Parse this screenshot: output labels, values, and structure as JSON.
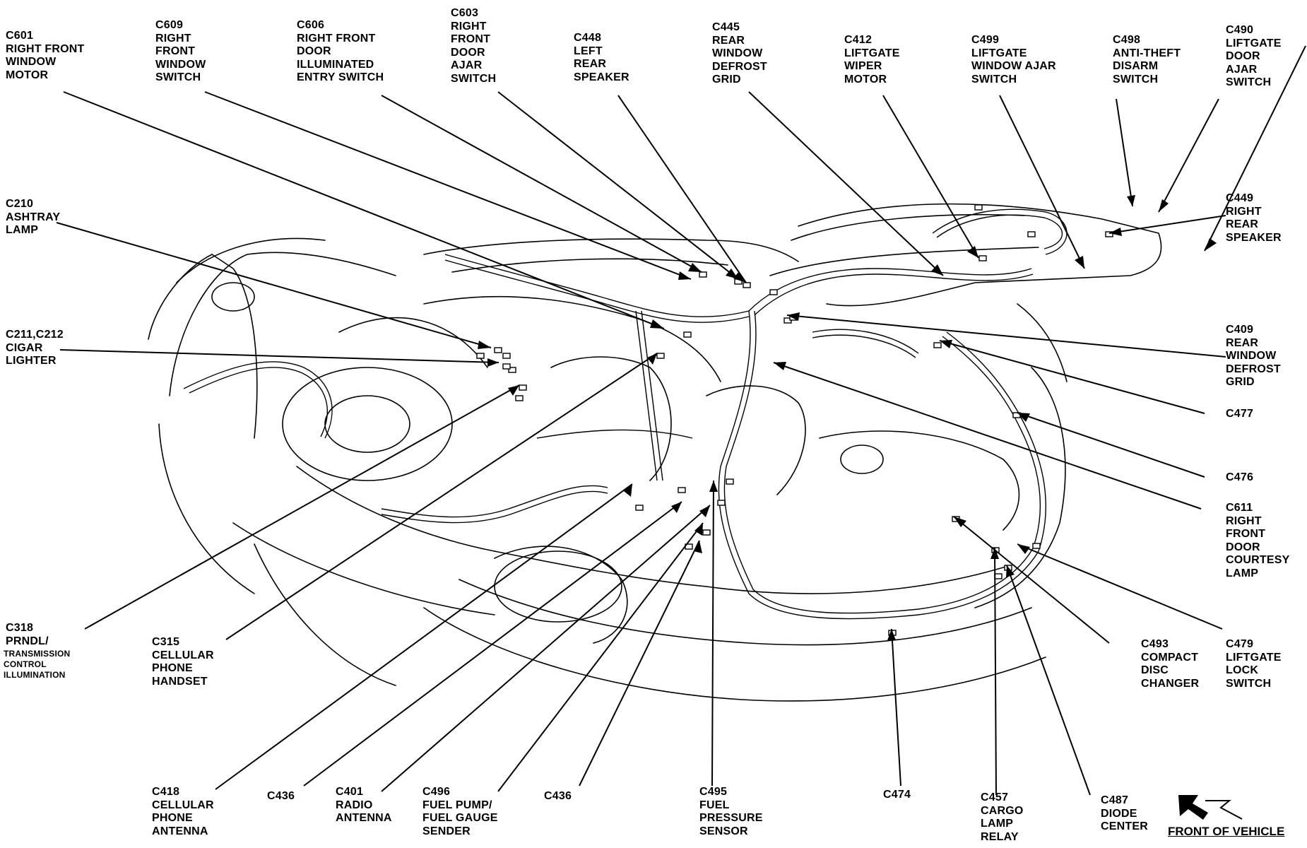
{
  "labels": [
    {
      "id": "c601",
      "text": "C601\nRIGHT FRONT\nWINDOW\nMOTOR"
    },
    {
      "id": "c609",
      "text": "C609\nRIGHT\nFRONT\nWINDOW\nSWITCH"
    },
    {
      "id": "c606",
      "text": "C606\nRIGHT FRONT\nDOOR\nILLUMINATED\nENTRY SWITCH"
    },
    {
      "id": "c603",
      "text": "C603\nRIGHT\nFRONT\nDOOR\nAJAR\nSWITCH"
    },
    {
      "id": "c448",
      "text": "C448\nLEFT\nREAR\nSPEAKER"
    },
    {
      "id": "c445",
      "text": "C445\nREAR\nWINDOW\nDEFROST\nGRID"
    },
    {
      "id": "c412",
      "text": "C412\nLIFTGATE\nWIPER\nMOTOR"
    },
    {
      "id": "c499",
      "text": "C499\nLIFTGATE\nWINDOW AJAR\nSWITCH"
    },
    {
      "id": "c498",
      "text": "C498\nANTI-THEFT\nDISARM\nSWITCH"
    },
    {
      "id": "c490",
      "text": "C490\nLIFTGATE\nDOOR\nAJAR\nSWITCH"
    },
    {
      "id": "c210",
      "text": "C210\nASHTRAY\nLAMP"
    },
    {
      "id": "c449",
      "text": "C449\nRIGHT\nREAR\nSPEAKER"
    },
    {
      "id": "c211",
      "text": "C211,C212\nCIGAR\nLIGHTER"
    },
    {
      "id": "c409",
      "text": "C409\nREAR\nWINDOW\nDEFROST\nGRID"
    },
    {
      "id": "c477",
      "text": "C477"
    },
    {
      "id": "c476",
      "text": "C476"
    },
    {
      "id": "c611",
      "text": "C611\nRIGHT\nFRONT\nDOOR\nCOURTESY\nLAMP"
    },
    {
      "id": "c318",
      "text": "C318\nPRNDL/"
    },
    {
      "id": "c318b",
      "text": "TRANSMISSION\nCONTROL\nILLUMINATION"
    },
    {
      "id": "c315",
      "text": "C315\nCELLULAR\nPHONE\nHANDSET"
    },
    {
      "id": "c493",
      "text": "C493\nCOMPACT\nDISC\nCHANGER"
    },
    {
      "id": "c479",
      "text": "C479\nLIFTGATE\nLOCK\nSWITCH"
    },
    {
      "id": "c418",
      "text": "C418\nCELLULAR\nPHONE\nANTENNA"
    },
    {
      "id": "c436a",
      "text": "C436"
    },
    {
      "id": "c401",
      "text": "C401\nRADIO\nANTENNA"
    },
    {
      "id": "c496",
      "text": "C496\nFUEL PUMP/\nFUEL GAUGE\nSENDER"
    },
    {
      "id": "c436b",
      "text": "C436"
    },
    {
      "id": "c495",
      "text": "C495\nFUEL\nPRESSURE\nSENSOR"
    },
    {
      "id": "c474",
      "text": "C474"
    },
    {
      "id": "c457",
      "text": "C457\nCARGO\nLAMP\nRELAY"
    },
    {
      "id": "c487",
      "text": "C487\nDIODE\nCENTER"
    }
  ],
  "front_of_vehicle": "FRONT OF VEHICLE",
  "colors": {
    "ink": "#000000",
    "paper": "#ffffff"
  }
}
